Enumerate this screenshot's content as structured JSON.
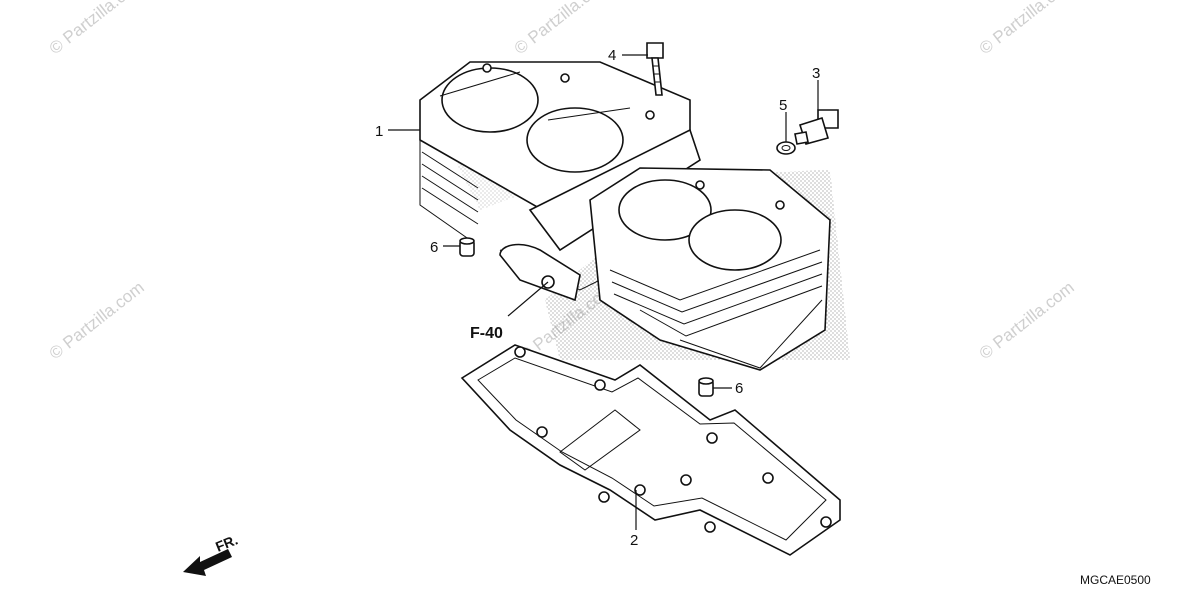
{
  "callouts": {
    "p1": "1",
    "p2": "2",
    "p3": "3",
    "p4": "4",
    "p5": "5",
    "p6a": "6",
    "p6b": "6"
  },
  "reference": "F-40",
  "front_label": "FR.",
  "diagram_code": "MGCAE0500",
  "watermark": "© Partzilla.com"
}
